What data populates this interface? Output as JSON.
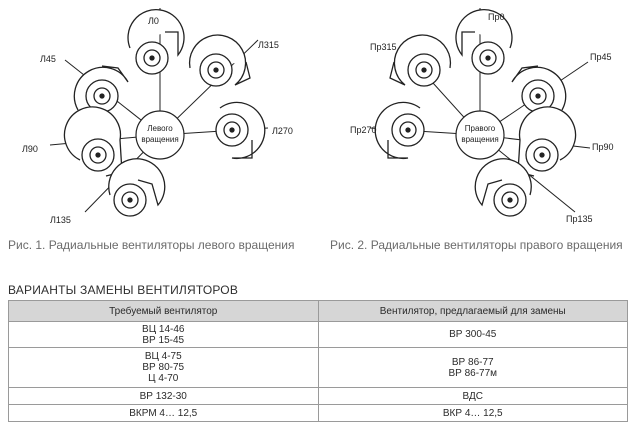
{
  "diagram_left": {
    "labels": [
      "Л0",
      "Л315",
      "Л45",
      "Л270",
      "Л90",
      "Л135"
    ],
    "hub_label_line1": "Левого",
    "hub_label_line2": "вращения"
  },
  "diagram_right": {
    "labels": [
      "Пр0",
      "Пр315",
      "Пр45",
      "Пр270",
      "Пр90",
      "Пр135"
    ],
    "hub_label_line1": "Правого",
    "hub_label_line2": "вращения"
  },
  "captions": {
    "left": "Рис. 1. Радиальные вентиляторы левого вращения",
    "right": "Рис. 2. Радиальные вентиляторы правого вращения"
  },
  "table": {
    "title": "ВАРИАНТЫ ЗАМЕНЫ ВЕНТИЛЯТОРОВ",
    "headers": [
      "Требуемый вентилятор",
      "Вентилятор, предлагаемый для замены"
    ],
    "rows": [
      {
        "required": [
          "ВЦ 14-46",
          "ВР 15-45"
        ],
        "replacement": [
          "ВР 300-45"
        ]
      },
      {
        "required": [
          "ВЦ 4-75",
          "ВР 80-75",
          "Ц 4-70"
        ],
        "replacement": [
          "ВР 86-77",
          "ВР 86-77м"
        ]
      },
      {
        "required": [
          "ВР 132-30"
        ],
        "replacement": [
          "ВДС"
        ]
      },
      {
        "required": [
          "ВКРМ 4… 12,5"
        ],
        "replacement": [
          "ВКР 4… 12,5"
        ]
      }
    ]
  }
}
